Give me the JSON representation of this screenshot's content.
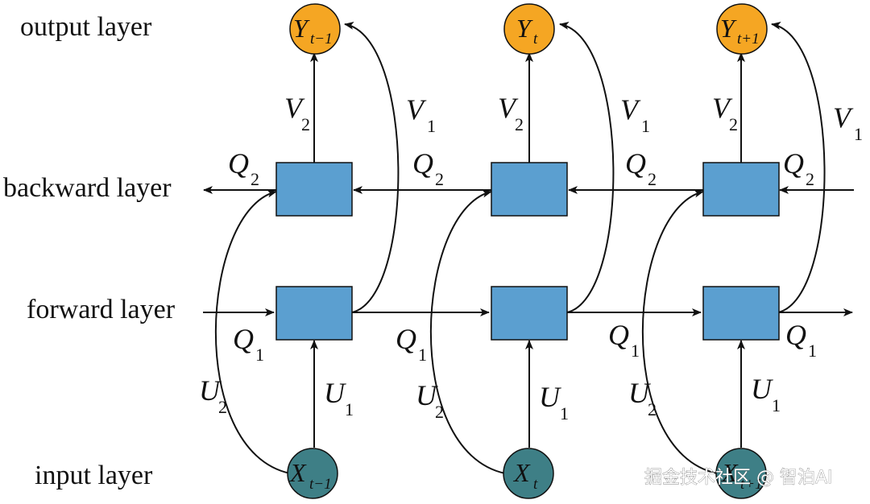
{
  "labels": {
    "output": "output layer",
    "backward": "backward layer",
    "forward": "forward layer",
    "input": "input layer"
  },
  "weights": {
    "V2": {
      "main": "V",
      "sub": "2"
    },
    "V1": {
      "main": "V",
      "sub": "1"
    },
    "Q2": {
      "main": "Q",
      "sub": "2"
    },
    "Q1": {
      "main": "Q",
      "sub": "1"
    },
    "U2": {
      "main": "U",
      "sub": "2"
    },
    "U1": {
      "main": "U",
      "sub": "1"
    }
  },
  "columns": [
    {
      "output": {
        "main": "Y",
        "sub": "t−1"
      },
      "input": {
        "main": "X",
        "sub": "t−1"
      }
    },
    {
      "output": {
        "main": "Y",
        "sub": "t"
      },
      "input": {
        "main": "X",
        "sub": "t"
      }
    },
    {
      "output": {
        "main": "Y",
        "sub": "t+1"
      },
      "input": {
        "main": "X",
        "sub": "t+1"
      }
    }
  ],
  "colors": {
    "output_node": "#F5A623",
    "input_node": "#3E7F86",
    "hidden_box": "#5B9FD0",
    "stroke": "#111111"
  },
  "watermark": "掘金技术社区 @ 智泊AI"
}
